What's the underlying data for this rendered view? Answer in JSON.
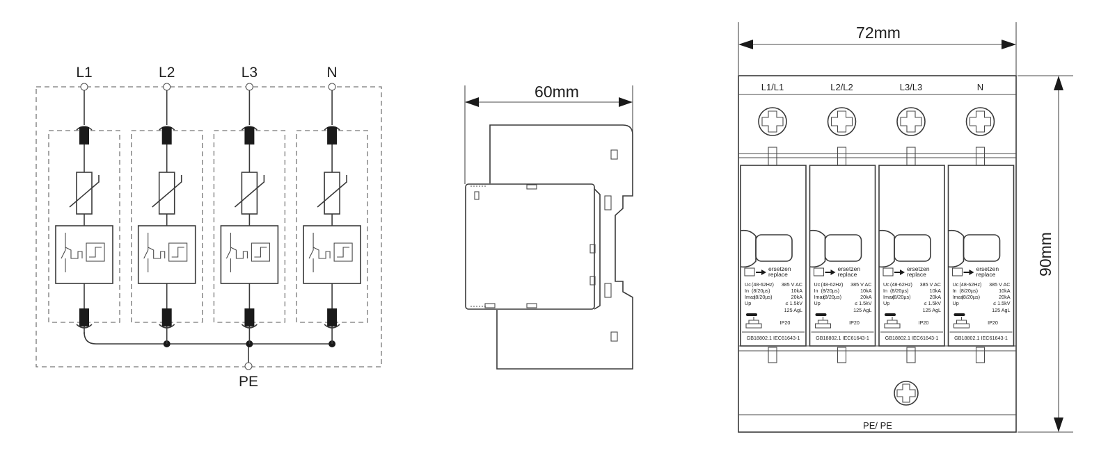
{
  "schematic": {
    "phases": [
      {
        "label": "L1"
      },
      {
        "label": "L2"
      },
      {
        "label": "L3"
      },
      {
        "label": "N"
      }
    ],
    "ground_label": "PE"
  },
  "side_view": {
    "width_label": "60mm"
  },
  "front_view": {
    "width_label": "72mm",
    "height_label": "90mm",
    "terminals": [
      {
        "label": "L1/L1"
      },
      {
        "label": "L2/L2"
      },
      {
        "label": "L3/L3"
      },
      {
        "label": "N"
      }
    ],
    "ground_terminal_label": "PE/ PE",
    "module": {
      "replace_line1": "ersetzen",
      "replace_line2": "replace",
      "specs": [
        {
          "symbol": "Uc",
          "cond": "(48-62Hz)",
          "value": "385 V AC"
        },
        {
          "symbol": "In",
          "cond": "(8/20µs)",
          "value": "10kA"
        },
        {
          "symbol": "Imax",
          "cond": "(8/20µs)",
          "value": "20kA"
        },
        {
          "symbol": "Up",
          "cond": "",
          "value": "≤ 1.5kV"
        },
        {
          "symbol": "",
          "cond": "",
          "value": "125 AgL"
        }
      ],
      "ip_rating": "IP20",
      "standards": "GB18802.1 IEC61643-1"
    }
  }
}
